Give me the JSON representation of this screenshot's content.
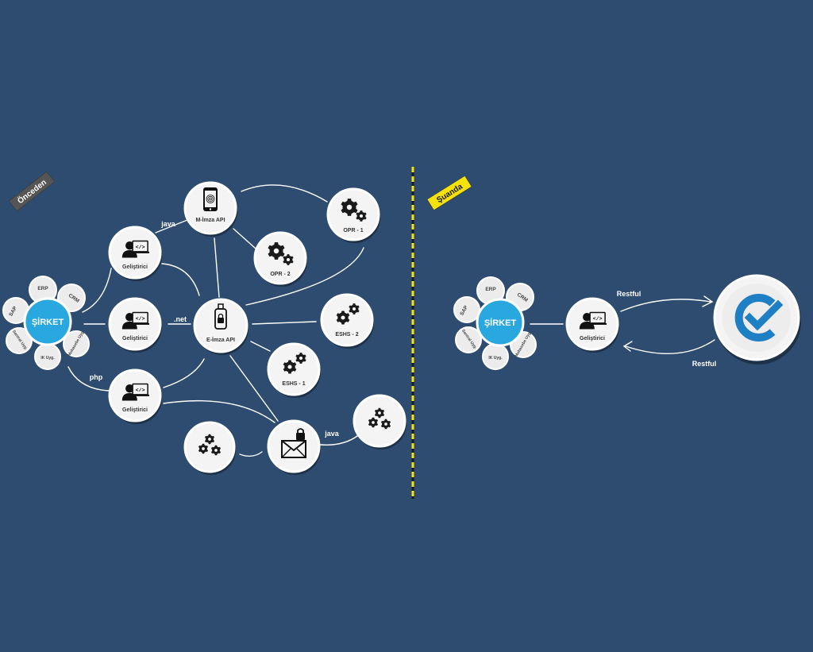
{
  "tags": {
    "before": "Önceden",
    "now": "Şuanda"
  },
  "colors": {
    "background": "#2d4c6f",
    "brand_blue": "#29a8e0",
    "tag_before": "#555555",
    "tag_now": "#f5e20d",
    "divider_yellow": "#f5e20d"
  },
  "company": {
    "label": "ŞİRKET",
    "apps": [
      "ERP",
      "CRM",
      "Muhasebe Uyg.",
      "IK Uyg.",
      "Santral Uyg.",
      "SAP"
    ]
  },
  "before": {
    "developer_label": "Geliştirici",
    "nodes": {
      "mimza": "M-İmza API",
      "eimza": "E-İmza API",
      "opr1": "OPR - 1",
      "opr2": "OPR - 2",
      "eshs1": "ESHS - 1",
      "eshs2": "ESHS - 2"
    },
    "edge_labels": {
      "java_top": "java",
      "net": ".net",
      "php": "php",
      "java_bottom": "java"
    }
  },
  "now": {
    "developer_label": "Geliştirici",
    "edge_labels": {
      "top": "Restful",
      "bottom": "Restful"
    },
    "logo_icon": "brand-check-icon"
  }
}
